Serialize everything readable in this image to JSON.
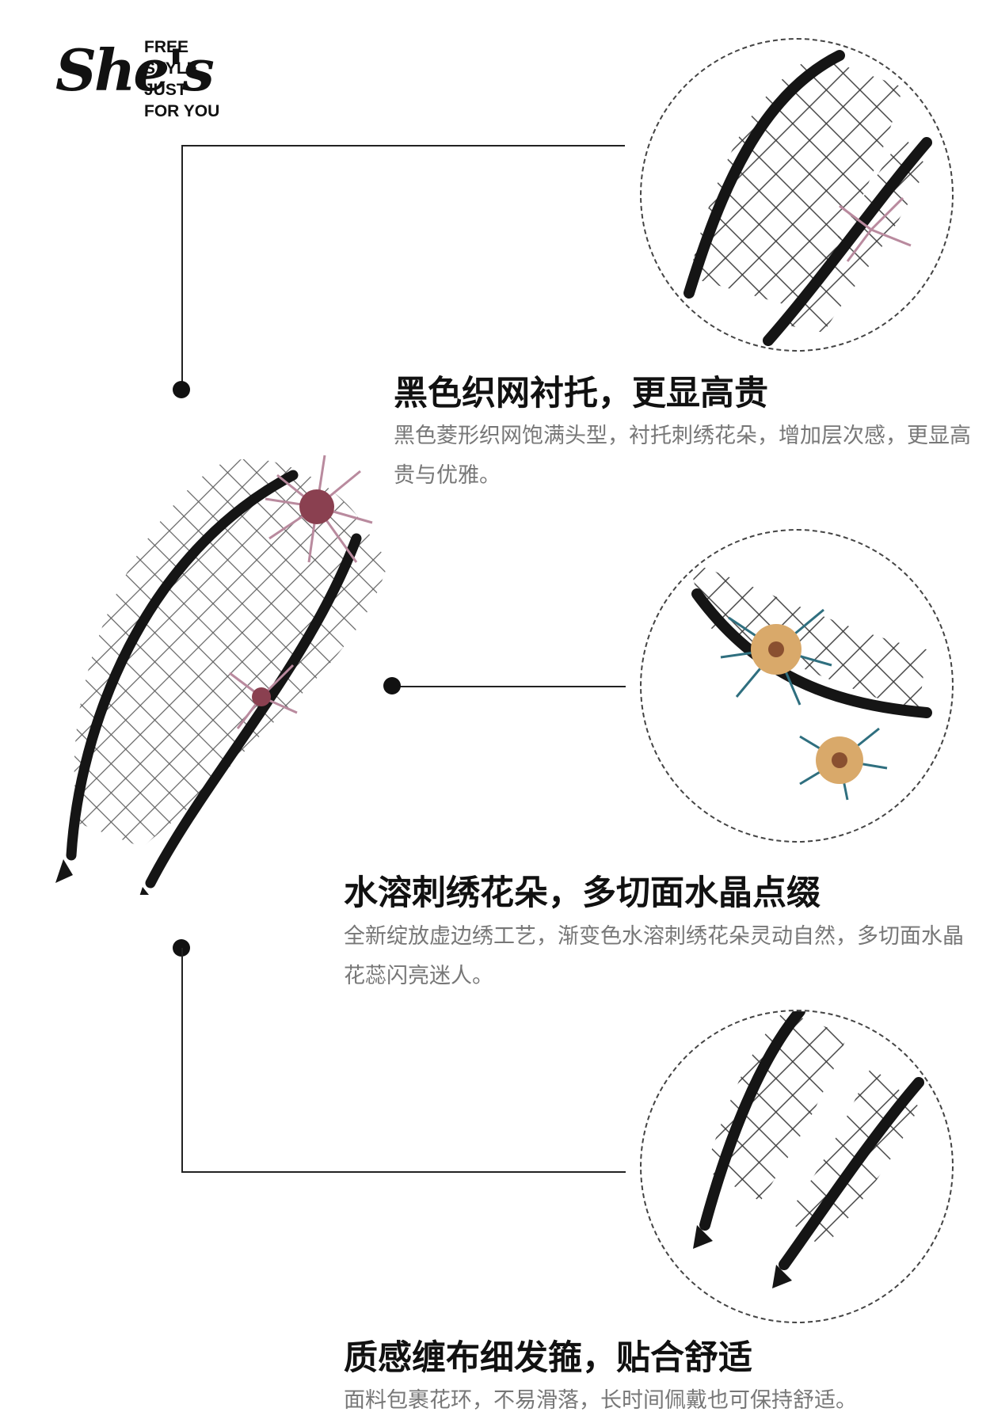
{
  "brand": {
    "name": "She's",
    "tagline": [
      "FREE STYLE",
      "JUST",
      "FOR YOU"
    ]
  },
  "features": [
    {
      "heading": "黑色织网衬托，更显高贵",
      "description": "黑色菱形织网饱满头型，衬托刺绣花朵，增加层次感，更显高贵与优雅。"
    },
    {
      "heading": "水溶刺绣花朵，多切面水晶点缀",
      "description": "全新绽放虚边绣工艺，渐变色水溶刺绣花朵灵动自然，多切面水晶花蕊闪亮迷人。"
    },
    {
      "heading": "质感缠布细发箍，贴合舒适",
      "description": "面料包裹花环，不易滑落，长时间佩戴也可保持舒适。"
    }
  ],
  "colors": {
    "text_dark": "#111111",
    "text_muted": "#777777",
    "flower_pink": "#b98a9e",
    "flower_teal": "#2f6f7f",
    "flower_gold": "#d9a96a"
  }
}
